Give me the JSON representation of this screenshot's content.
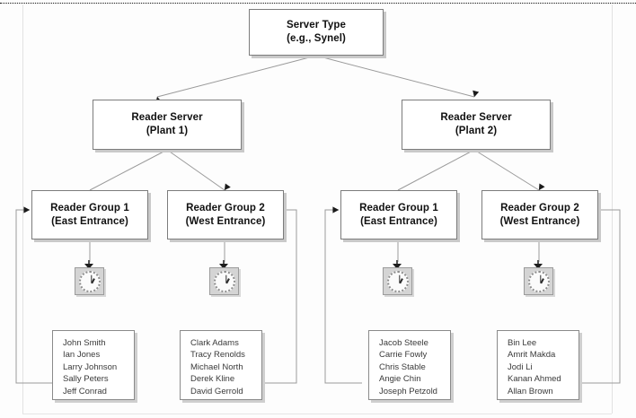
{
  "diagram": {
    "type": "hierarchy",
    "root": {
      "id": "server-type",
      "title": "Server Type",
      "subtitle": "(e.g., Synel)"
    },
    "servers": [
      {
        "id": "reader-server-plant-1",
        "title": "Reader Server",
        "subtitle": "(Plant 1)"
      },
      {
        "id": "reader-server-plant-2",
        "title": "Reader Server",
        "subtitle": "(Plant 2)"
      }
    ],
    "groups": [
      {
        "id": "plant1-group1",
        "title": "Reader Group 1",
        "subtitle": "(East Entrance)"
      },
      {
        "id": "plant1-group2",
        "title": "Reader Group 2",
        "subtitle": "(West Entrance)"
      },
      {
        "id": "plant2-group1",
        "title": "Reader Group 1",
        "subtitle": "(East Entrance)"
      },
      {
        "id": "plant2-group2",
        "title": "Reader Group 2",
        "subtitle": "(West Entrance)"
      }
    ],
    "devices": [
      {
        "id": "clock-1",
        "icon": "time-clock-icon"
      },
      {
        "id": "clock-2",
        "icon": "time-clock-icon"
      },
      {
        "id": "clock-3",
        "icon": "time-clock-icon"
      },
      {
        "id": "clock-4",
        "icon": "time-clock-icon"
      }
    ],
    "employee_lists": [
      {
        "id": "employees-plant1-east",
        "people": [
          "John Smith",
          "Ian Jones",
          "Larry Johnson",
          "Sally Peters",
          "Jeff Conrad"
        ]
      },
      {
        "id": "employees-plant1-west",
        "people": [
          "Clark Adams",
          "Tracy Renolds",
          "Michael North",
          "Derek Kline",
          "David Gerrold"
        ]
      },
      {
        "id": "employees-plant2-east",
        "people": [
          "Jacob Steele",
          "Carrie Fowly",
          "Chris Stable",
          "Angie Chin",
          "Joseph Petzold"
        ]
      },
      {
        "id": "employees-plant2-west",
        "people": [
          "Bin Lee",
          "Amrit Makda",
          "Jodi Li",
          "Kanan Ahmed",
          "Allan Brown"
        ]
      }
    ]
  },
  "colors": {
    "box_border": "#7c7c7c",
    "box_fill": "#ffffff",
    "shadow": "#c9c9c9",
    "connector": "#9a9a9a",
    "arrowhead": "#1a1a1a",
    "clock_plate": "#d4d4d4",
    "text": "#111111",
    "list_text": "#3a3a3a"
  }
}
